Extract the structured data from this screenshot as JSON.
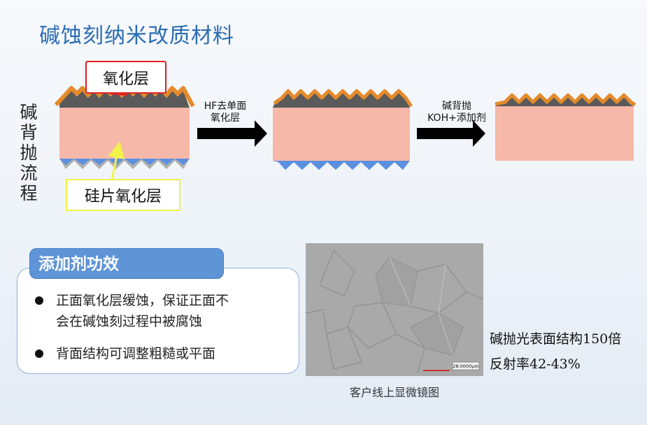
{
  "title": "碱蚀刻纳米改质材料",
  "vertical_label": "碱背抛流程",
  "callouts": {
    "oxide": "氧化层",
    "wafer_oxide": "硅片氧化层"
  },
  "steps": {
    "step1_line1": "HF去单面",
    "step1_line2": "氧化层",
    "step2_line1": "碱背抛",
    "step2_line2": "KOH+添加剂"
  },
  "additive": {
    "title": "添加剂功效",
    "bullet1_line1": "正面氧化层缓蚀，保证正面不",
    "bullet1_line2": "会在碱蚀刻过程中被腐蚀",
    "bullet2": "背面结构可调整粗糙或平面"
  },
  "microscope": {
    "scale_text": "28.0000μm",
    "caption": "客户线上显微镜图"
  },
  "result": {
    "line1": "碱抛光表面结构150倍",
    "line2": "反射率42-43%"
  },
  "colors": {
    "title": "#2b6cb3",
    "wafer": "#f6b8a8",
    "oxide_orange": "#e58a2a",
    "pyramid_gray": "#666666",
    "bottom_blue": "#5b8fe0",
    "callout_red": "#e02020",
    "callout_yellow": "#f2f24a"
  }
}
